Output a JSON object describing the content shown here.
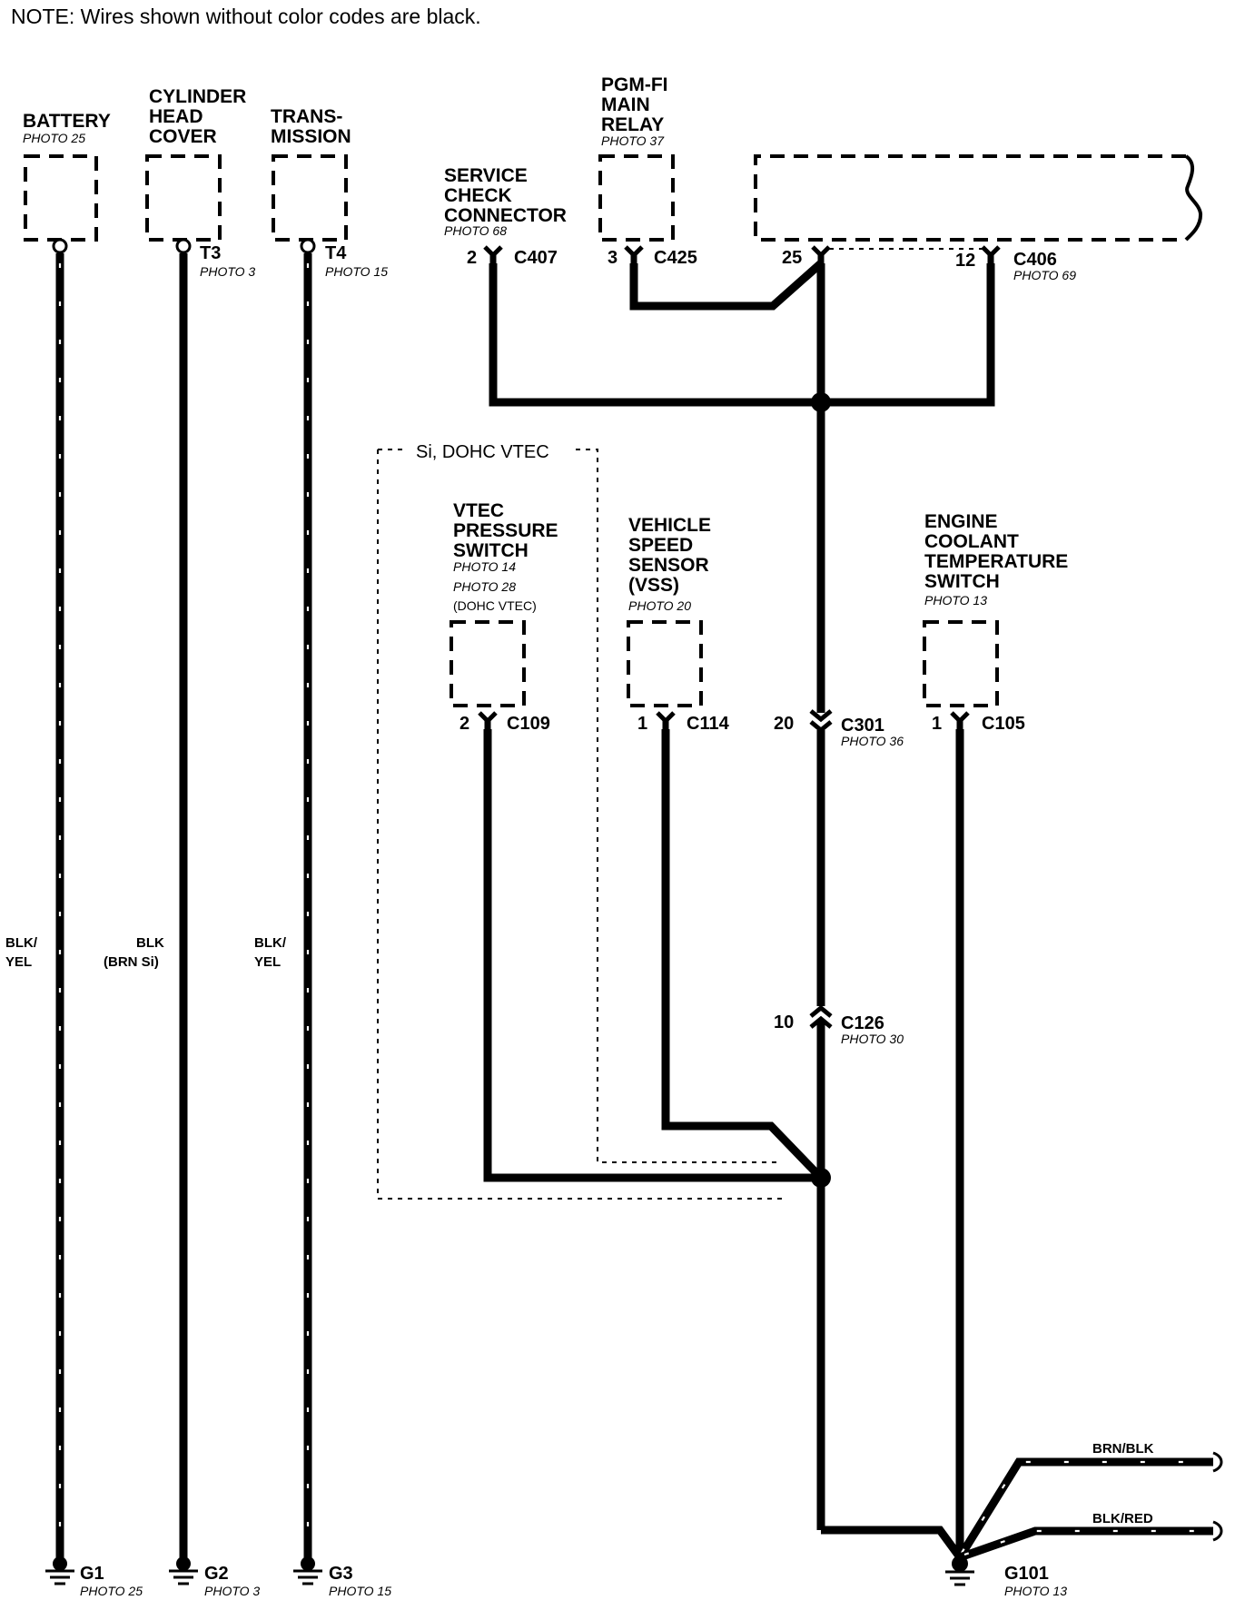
{
  "note": "NOTE: Wires shown without color codes are black.",
  "components": {
    "battery": {
      "lines": [
        "BATTERY"
      ],
      "photo": "PHOTO 25"
    },
    "cylinder_head_cover": {
      "lines": [
        "CYLINDER",
        "HEAD",
        "COVER"
      ]
    },
    "transmission": {
      "lines": [
        "TRANS-",
        "MISSION"
      ]
    },
    "service_check_connector": {
      "lines": [
        "SERVICE",
        "CHECK",
        "CONNECTOR"
      ],
      "photo": "PHOTO 68"
    },
    "pgm_fi_main_relay": {
      "lines": [
        "PGM-FI",
        "MAIN",
        "RELAY"
      ],
      "photo": "PHOTO 37"
    },
    "vtec_pressure_switch": {
      "lines": [
        "VTEC",
        "PRESSURE",
        "SWITCH"
      ],
      "photo": "PHOTO 14",
      "photo2": "PHOTO 28",
      "photo2_note": "(DOHC VTEC)"
    },
    "vehicle_speed_sensor": {
      "lines": [
        "VEHICLE",
        "SPEED",
        "SENSOR",
        "(VSS)"
      ],
      "photo": "PHOTO 20"
    },
    "engine_coolant_temp_switch": {
      "lines": [
        "ENGINE",
        "COOLANT",
        "TEMPERATURE",
        "SWITCH"
      ],
      "photo": "PHOTO 13"
    }
  },
  "terminals": {
    "t3": {
      "label": "T3",
      "photo": "PHOTO 3"
    },
    "t4": {
      "label": "T4",
      "photo": "PHOTO 15"
    }
  },
  "connectors": {
    "c407": {
      "pin": "2",
      "label": "C407"
    },
    "c425": {
      "pin": "3",
      "label": "C425"
    },
    "c406": {
      "pin_left": "25",
      "pin_right": "12",
      "label": "C406",
      "photo": "PHOTO 69"
    },
    "c109": {
      "pin": "2",
      "label": "C109"
    },
    "c114": {
      "pin": "1",
      "label": "C114"
    },
    "c301": {
      "pin": "20",
      "label": "C301",
      "photo": "PHOTO 36"
    },
    "c105": {
      "pin": "1",
      "label": "C105"
    },
    "c126": {
      "pin": "10",
      "label": "C126",
      "photo": "PHOTO 30"
    }
  },
  "option_label": "Si, DOHC VTEC",
  "wire_colors": {
    "battery": [
      "BLK/",
      "YEL"
    ],
    "cylinder_head": [
      "BLK",
      "(BRN Si)"
    ],
    "transmission": [
      "BLK/",
      "YEL"
    ],
    "g101_upper": "BRN/BLK",
    "g101_lower": "BLK/RED"
  },
  "grounds": {
    "g1": {
      "label": "G1",
      "photo": "PHOTO 25"
    },
    "g2": {
      "label": "G2",
      "photo": "PHOTO 3"
    },
    "g3": {
      "label": "G3",
      "photo": "PHOTO 15"
    },
    "g101": {
      "label": "G101",
      "photo": "PHOTO 13"
    }
  }
}
